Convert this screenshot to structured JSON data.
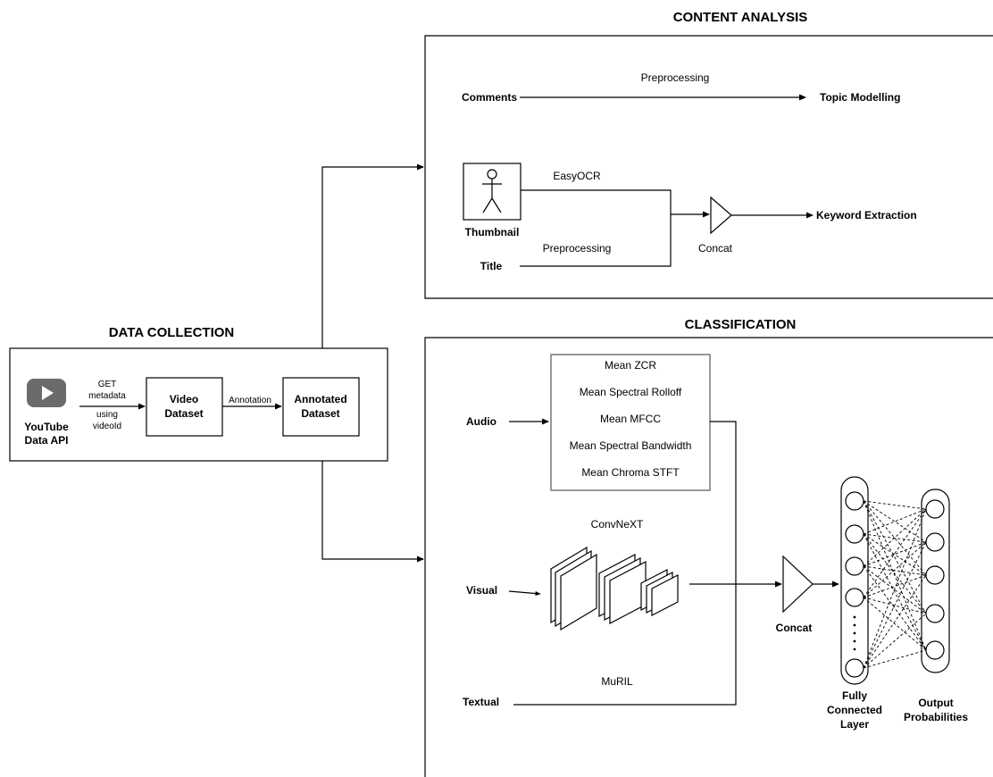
{
  "sections": {
    "content_analysis": "CONTENT ANALYSIS",
    "data_collection": "DATA COLLECTION",
    "classification": "CLASSIFICATION"
  },
  "content_analysis": {
    "comments": "Comments",
    "preprocessing_top": "Preprocessing",
    "topic_modelling": "Topic Modelling",
    "thumbnail": "Thumbnail",
    "easyocr": "EasyOCR",
    "preprocessing_bottom": "Preprocessing",
    "title": "Title",
    "concat": "Concat",
    "keyword_extraction": "Keyword Extraction"
  },
  "data_collection": {
    "source_line1": "YouTube",
    "source_line2": "Data API",
    "get_line1": "GET",
    "get_line2": "metadata",
    "get_line3": "using",
    "get_line4": "videoId",
    "video_dataset_line1": "Video",
    "video_dataset_line2": "Dataset",
    "annotation": "Annotation",
    "annotated_line1": "Annotated",
    "annotated_line2": "Dataset"
  },
  "classification": {
    "audio": "Audio",
    "visual": "Visual",
    "textual": "Textual",
    "audio_features": [
      "Mean ZCR",
      "Mean Spectral Rolloff",
      "Mean MFCC",
      "Mean Spectral Bandwidth",
      "Mean Chroma STFT"
    ],
    "convnext": "ConvNeXT",
    "muril": "MuRIL",
    "concat": "Concat",
    "fc_line1": "Fully",
    "fc_line2": "Connected",
    "fc_line3": "Layer",
    "out_line1": "Output",
    "out_line2": "Probabilities"
  },
  "icons": {
    "youtube": "youtube-play-icon",
    "thumbnail": "person-icon"
  },
  "colors": {
    "youtube_icon": "#6b6b6b",
    "text": "#000000"
  }
}
